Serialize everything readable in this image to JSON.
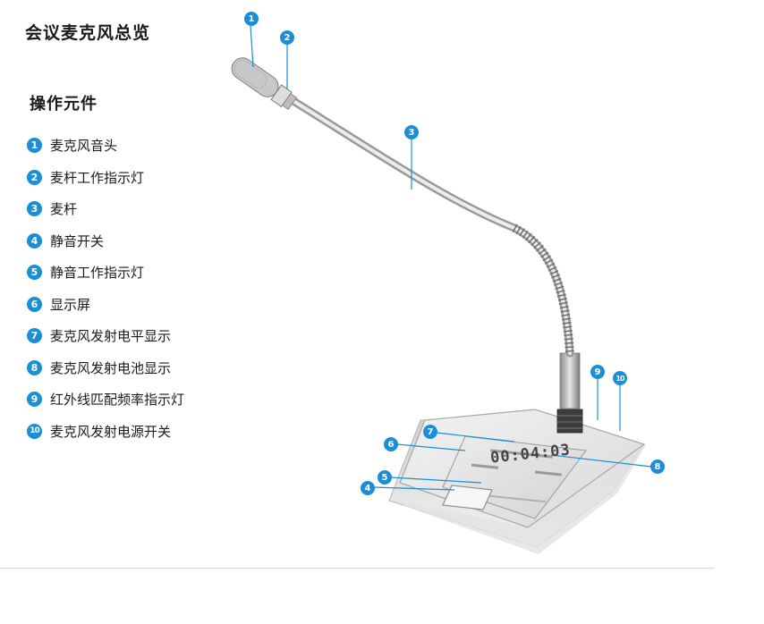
{
  "title": "会议麦克风总览",
  "section_title": "操作元件",
  "legend": [
    {
      "num": "1",
      "label": "麦克风音头"
    },
    {
      "num": "2",
      "label": "麦杆工作指示灯"
    },
    {
      "num": "3",
      "label": "麦杆"
    },
    {
      "num": "4",
      "label": "静音开关"
    },
    {
      "num": "5",
      "label": "静音工作指示灯"
    },
    {
      "num": "6",
      "label": "显示屏"
    },
    {
      "num": "7",
      "label": "麦克风发射电平显示"
    },
    {
      "num": "8",
      "label": "麦克风发射电池显示"
    },
    {
      "num": "9",
      "label": "红外线匹配频率指示灯"
    },
    {
      "num": "10",
      "label": "麦克风发射电源开关"
    }
  ],
  "diagram": {
    "screen_time": "00:04:03",
    "callouts": [
      "1",
      "2",
      "3",
      "4",
      "5",
      "6",
      "7",
      "8",
      "9",
      "10"
    ],
    "accent_color": "#1a8fd6"
  }
}
